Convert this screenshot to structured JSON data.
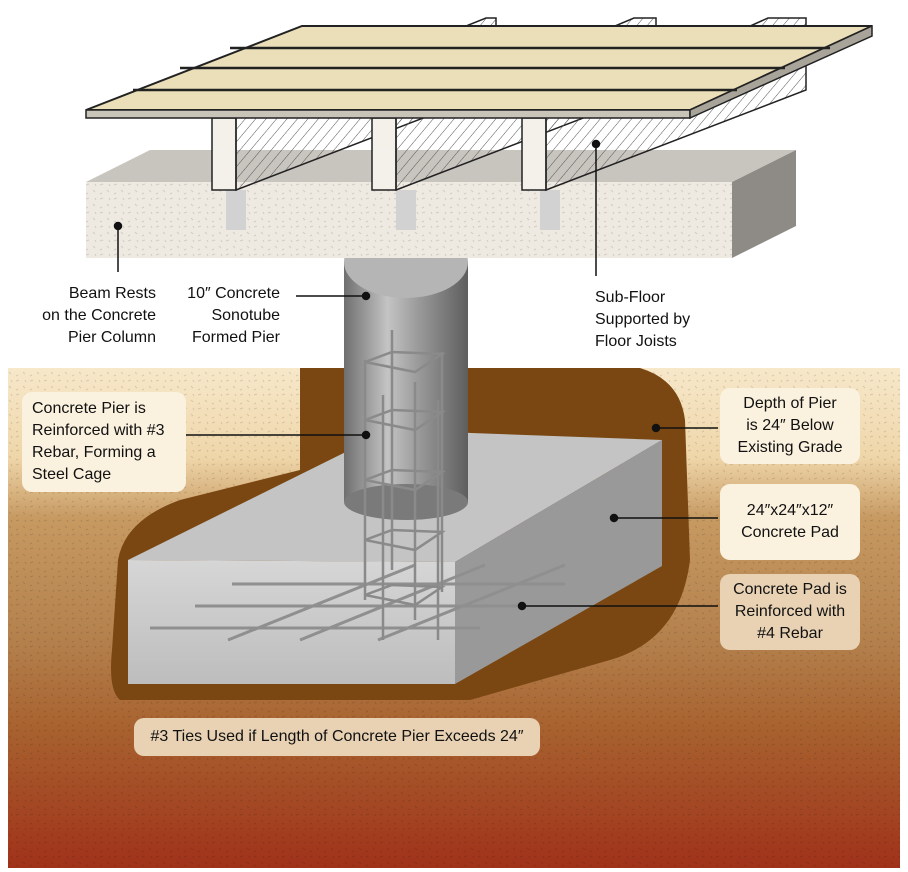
{
  "labels": {
    "beam_rests": "Beam Rests\non the Concrete\nPier Column",
    "sonotube": "10″ Concrete\nSonotube\nFormed Pier",
    "subfloor": "Sub-Floor\nSupported by\nFloor Joists",
    "pier_reinforced": "Concrete Pier is\nReinforced with #3\nRebar, Forming a\nSteel Cage",
    "depth": "Depth of Pier\nis 24″ Below\nExisting Grade",
    "pad_size": "24″x24″x12″\nConcrete Pad",
    "pad_reinforced": "Concrete Pad is\nReinforced with\n#4 Rebar",
    "ties": "#3 Ties Used if Length of Concrete Pier Exceeds 24″"
  },
  "colors": {
    "soil_top": "#f6e6c8",
    "soil_brown": "#7a4a12",
    "soil_mid": "#b08350",
    "soil_red": "#a8341c",
    "concrete": "#c9c9c9",
    "lumber": "#eadfb8"
  }
}
